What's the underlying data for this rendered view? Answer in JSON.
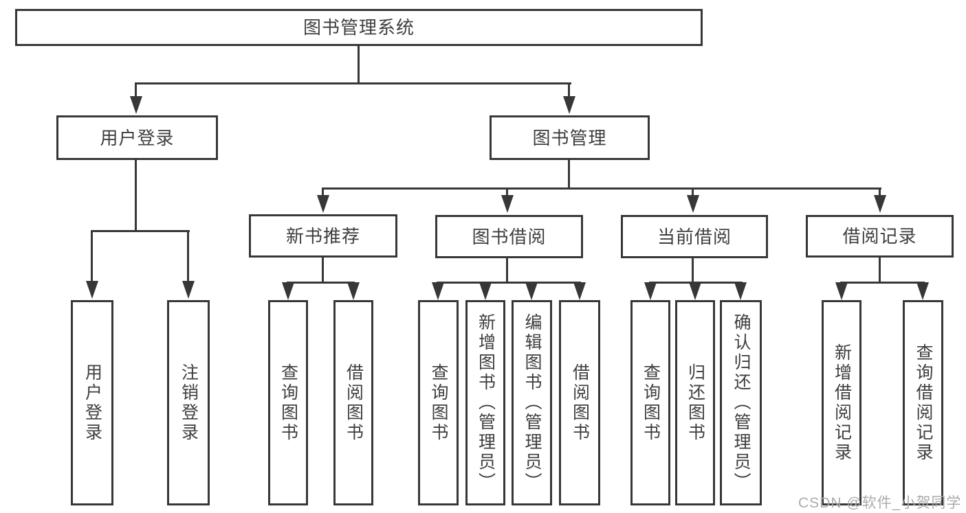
{
  "diagram": {
    "title_node": {
      "label": "图书管理系统"
    },
    "level2": [
      {
        "id": "user-login",
        "label": "用户登录"
      },
      {
        "id": "book-mgmt",
        "label": "图书管理"
      }
    ],
    "level3": [
      {
        "id": "new-book-rec",
        "label": "新书推荐",
        "parent": "book-mgmt"
      },
      {
        "id": "book-borrow",
        "label": "图书借阅",
        "parent": "book-mgmt"
      },
      {
        "id": "current-borrow",
        "label": "当前借阅",
        "parent": "book-mgmt"
      },
      {
        "id": "borrow-record",
        "label": "借阅记录",
        "parent": "book-mgmt"
      }
    ],
    "leaves": [
      {
        "label": "用户登录",
        "parent": "user-login"
      },
      {
        "label": "注销登录",
        "parent": "user-login"
      },
      {
        "label": "查询图书",
        "parent": "new-book-rec"
      },
      {
        "label": "借阅图书",
        "parent": "new-book-rec"
      },
      {
        "label": "查询图书",
        "parent": "book-borrow"
      },
      {
        "label": "新增图书（管理员）",
        "parent": "book-borrow"
      },
      {
        "label": "编辑图书（管理员）",
        "parent": "book-borrow"
      },
      {
        "label": "借阅图书",
        "parent": "book-borrow"
      },
      {
        "label": "查询图书",
        "parent": "current-borrow"
      },
      {
        "label": "归还图书",
        "parent": "current-borrow"
      },
      {
        "label": "确认归还（管理员）",
        "parent": "current-borrow"
      },
      {
        "label": "新增借阅记录",
        "parent": "borrow-record"
      },
      {
        "label": "查询借阅记录",
        "parent": "borrow-record"
      }
    ]
  },
  "watermark": {
    "text": "CSDN @软件_小贺同学"
  },
  "colors": {
    "line": "#373737",
    "text": "#3e3e3e",
    "watermark": "#ababab",
    "background": "#ffffff"
  }
}
